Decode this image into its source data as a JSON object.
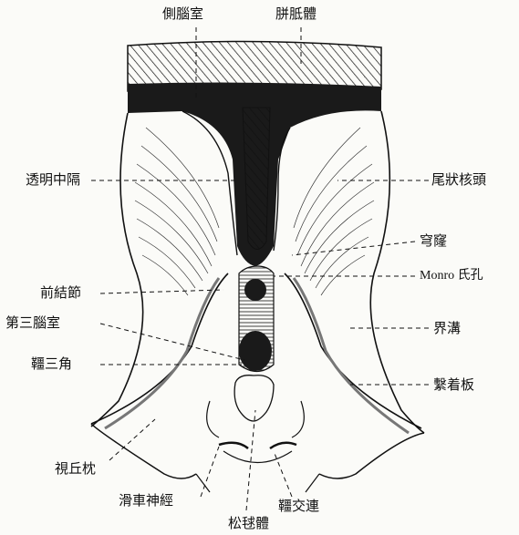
{
  "diagram": {
    "labels": {
      "lateral_ventricle": "側腦室",
      "corpus_callosum": "胼胝體",
      "septum_pellucidum": "透明中隔",
      "caudate_head": "尾狀核頭",
      "fornix": "穹窿",
      "monro_foramen": "Monro 氏孔",
      "anterior_tubercle": "前結節",
      "third_ventricle": "第三腦室",
      "sulcus_terminalis": "界溝",
      "habenular_trigone": "韁三角",
      "lamina_affixa": "繫着板",
      "thalamus_pulvinar": "視丘枕",
      "trochlear_nerve": "滑車神經",
      "habenular_commissure": "韁交連",
      "pineal_body": "松毬體"
    },
    "colors": {
      "ink": "#111111",
      "paper": "#fbfbf8",
      "ventricle_fill": "#1a1a1a"
    }
  }
}
